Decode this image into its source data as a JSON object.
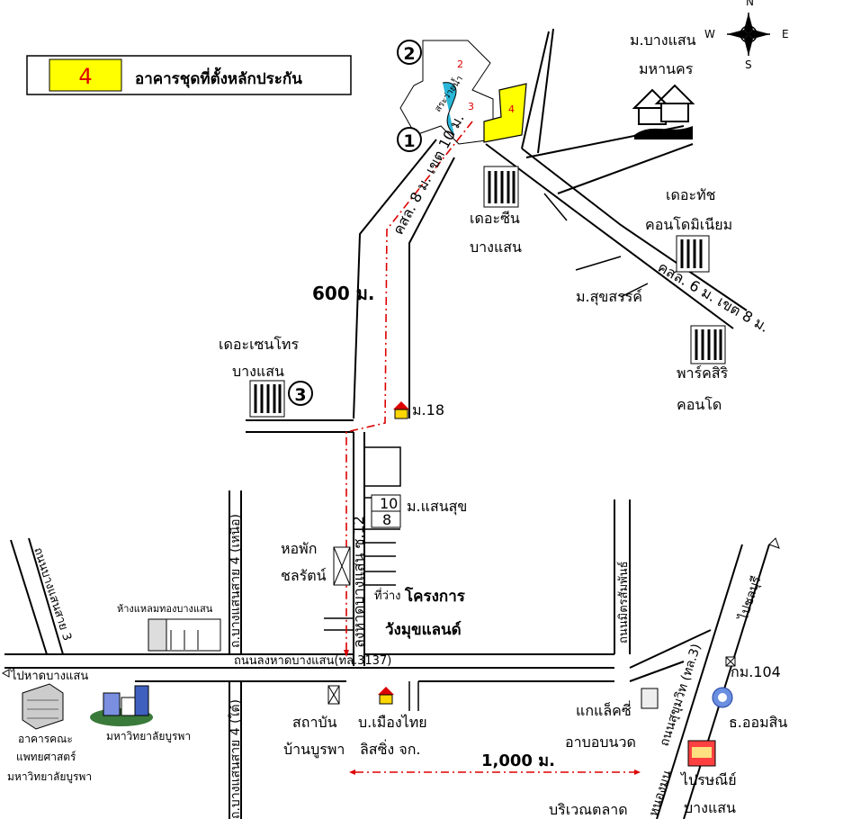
{
  "legend": {
    "number": "4",
    "text": "อาคารชุดที่ตั้งหลักประกัน"
  },
  "compass": {
    "n": "N",
    "s": "S",
    "e": "E",
    "w": "W"
  },
  "markers": {
    "m1": "1",
    "m2": "2",
    "m3": "3"
  },
  "site": {
    "pool": "สระว่ายน้ำ",
    "b2": "2",
    "b3": "3",
    "b4": "4"
  },
  "labels": {
    "bangsaen_mahanakorn_1": "ม.บางแสน",
    "bangsaen_mahanakorn_2": "มหานคร",
    "soi8_road": "คสล. 8 ม. เขต 10 ม.",
    "thezen_1": "เดอะซีน",
    "thezen_2": "บางแสน",
    "thetouch_1": "เดอะทัช",
    "thetouch_2": "คอนโดมิเนียม",
    "soi6_road": "คสล. 6 ม. เขต 8 ม.",
    "suksan": "ม.สุขสรรค์",
    "parksiri_1": "พาร์คสิริ",
    "parksiri_2": "คอนโด",
    "dist600": "600 ม.",
    "thecentro_1": "เดอะเซนโทร",
    "thecentro_2": "บางแสน",
    "m18": "ม.18",
    "soi_no10": "10",
    "soi_no8": "8",
    "sansuk": "ม.แสนสุข",
    "dorm_1": "หอพัก",
    "dorm_2": "ชลรัตน์",
    "soi12_road": "ลงหาดบางแสน ซ.12",
    "vacant": "ที่ว่าง",
    "project_1": "โครงการ",
    "project_2": "วังมุขแลนด์",
    "bangsaen_sai3": "ถนนบางแสนสาย 3",
    "bangsaen_sai4_n": "ถ.บางแสนสาย 4 (เหนือ)",
    "laemthong": "ห้างแหลมทองบางแสน",
    "longhat_road": "ถนนลงหาดบางแสน(ทล.3137)",
    "to_beach": "ไปหาดบางแสน",
    "med_1": "อาคารคณะ",
    "med_2": "แพทยศาสตร์",
    "med_3": "มหาวิทยาลัยบูรพา",
    "buu": "มหาวิทยาลัยบูรพา",
    "bangsaen_sai4_s": "ถ.บางแสนสาย 4 (ใต้)",
    "inst_1": "สถาบัน",
    "inst_2": "บ้านบูรพา",
    "muangthai_1": "บ.เมืองไทย",
    "muangthai_2": "ลิสซิ่ง จก.",
    "mitsamphan": "ถนนมิตรสัมพันธ์",
    "to_chonburi": "ไปชลบุรี",
    "sukhumvit": "ถนนสุขุมวิท (ทล.3)",
    "km104": "กม.104",
    "gsb": "ธ.ออมสิน",
    "gallery_1": "แกแล็คซี่",
    "gallery_2": "อาบอบนวด",
    "dist1000": "1,000 ม.",
    "post_1": "ไปรษณีย์",
    "post_2": "บางแสน",
    "market": "บริเวณตลาด",
    "nong_mon": "หนองมน"
  },
  "colors": {
    "highlight": "#ffff00",
    "route": "#dd0000",
    "pool": "#2ab7d8"
  }
}
